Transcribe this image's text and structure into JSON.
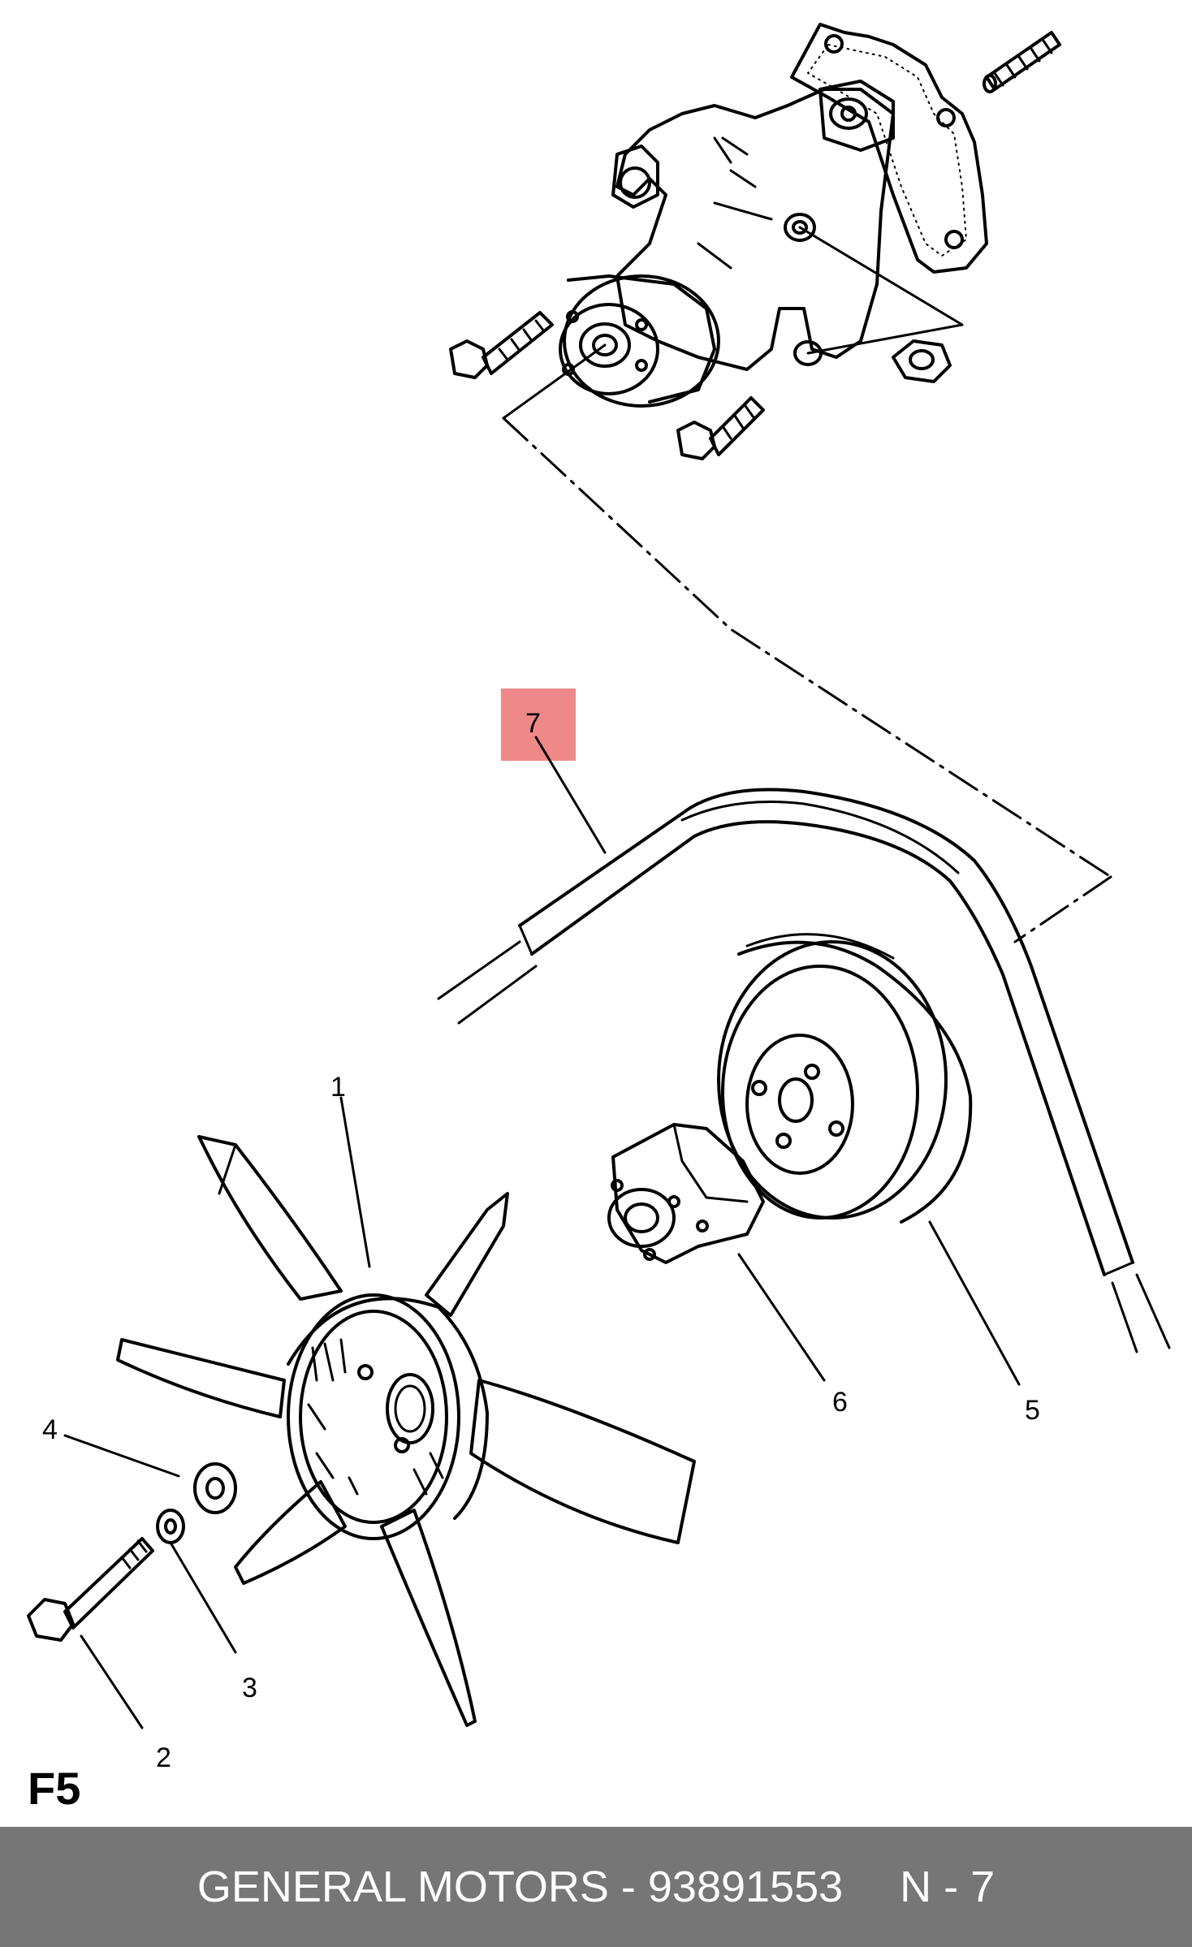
{
  "diagram": {
    "page_id": "F5",
    "callouts": {
      "c1": "1",
      "c2": "2",
      "c3": "3",
      "c4": "4",
      "c5": "5",
      "c6": "6",
      "c7": "7"
    },
    "highlighted_callout": "7",
    "highlight_color": "#ef8888"
  },
  "footer": {
    "brand_part": "GENERAL MOTORS - 93891553",
    "page_ref": "N - 7",
    "background": "#767676"
  }
}
